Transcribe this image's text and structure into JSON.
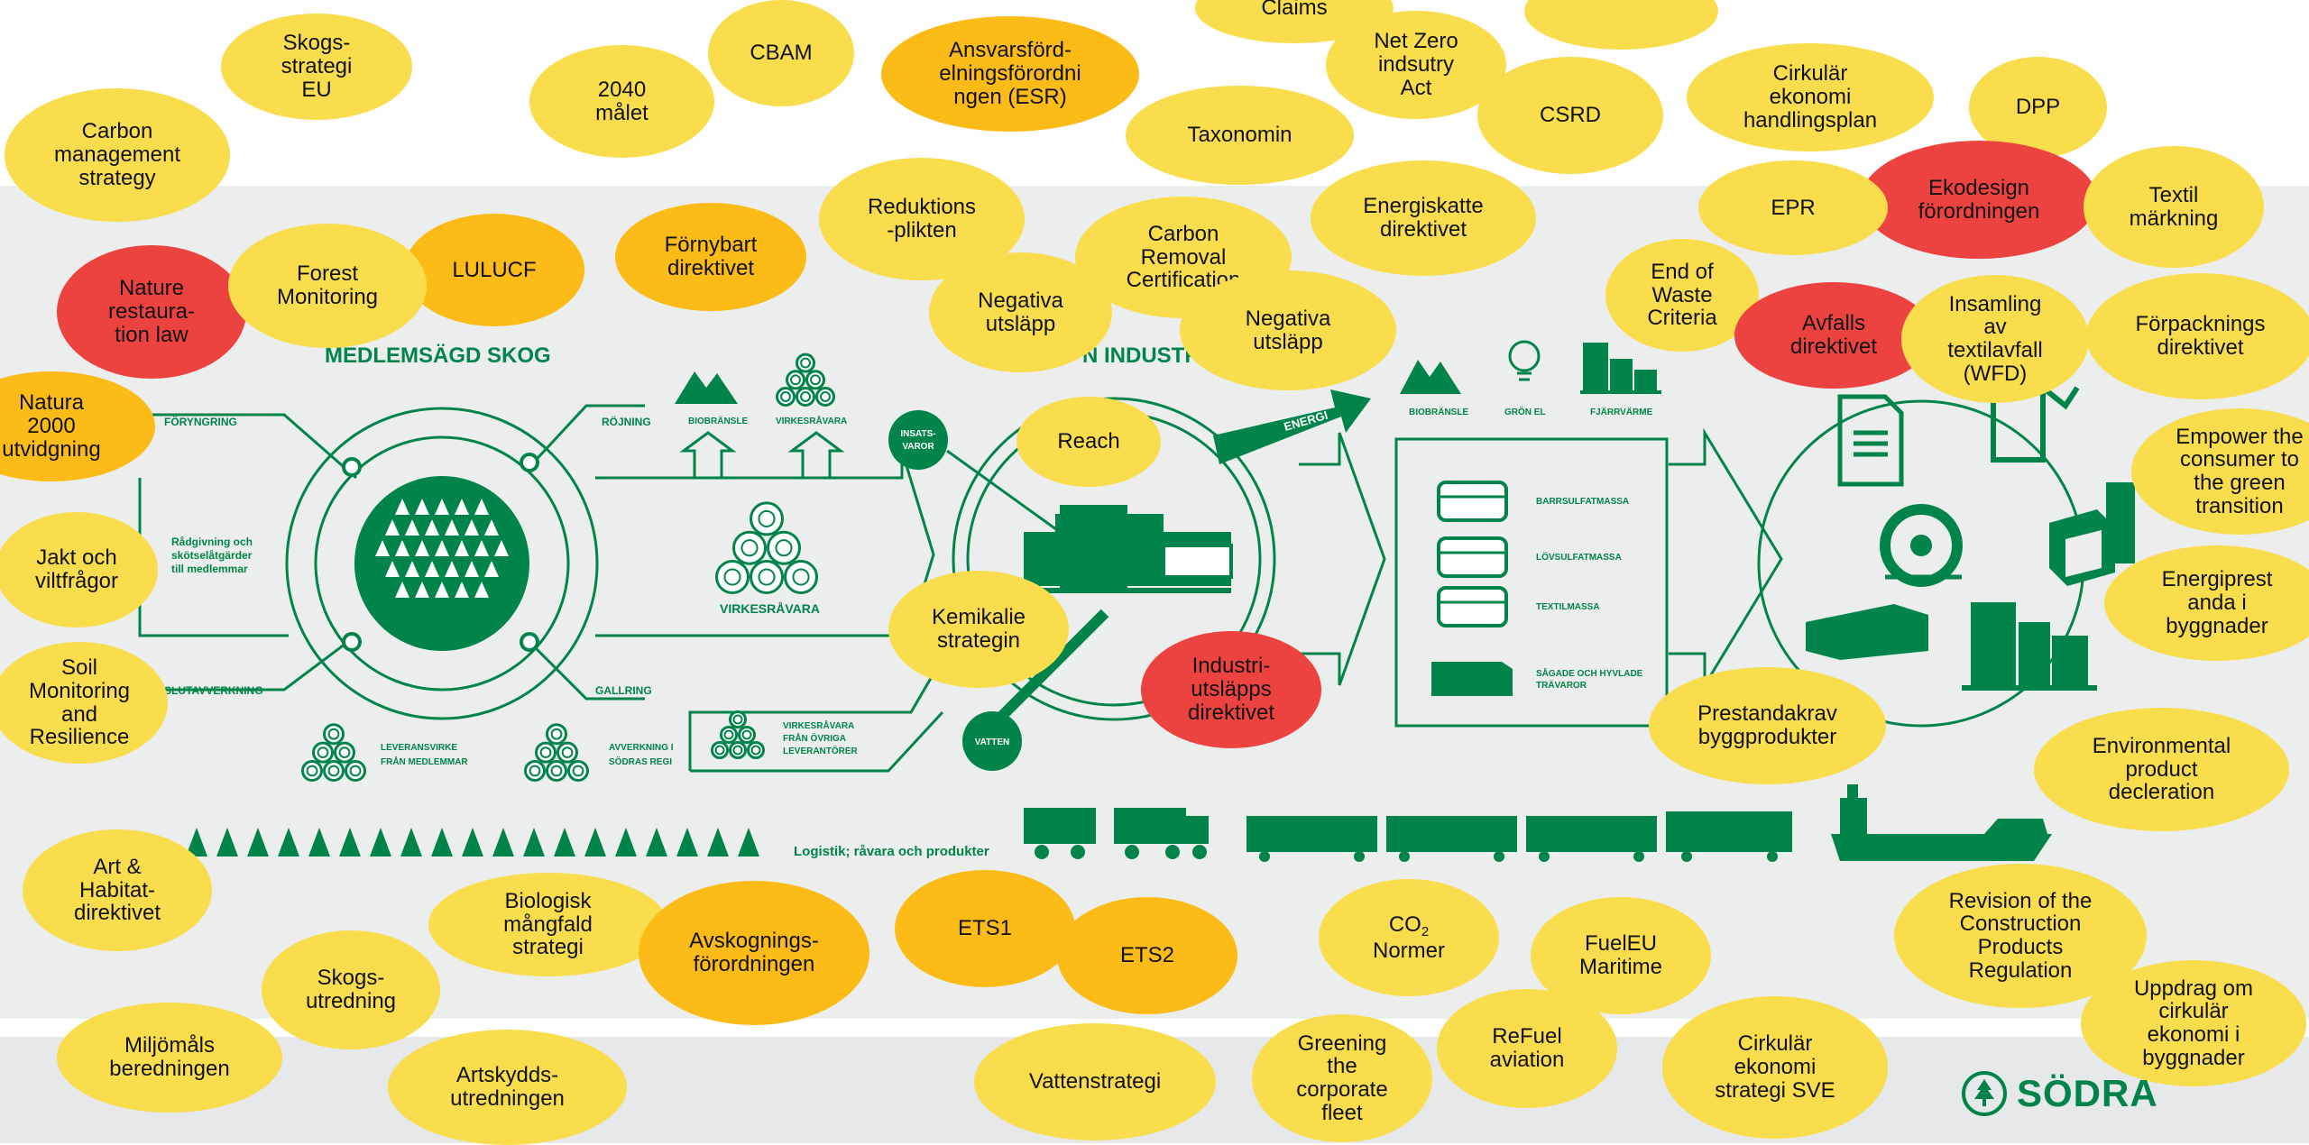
{
  "colors": {
    "green": "#00844a",
    "yellow": "#f9dd4c",
    "orange": "#fcbb16",
    "red": "#ed4340",
    "band": "#eceded"
  },
  "diagram": {
    "section_titles": {
      "forest": "MEDLEMSÄGD SKOG",
      "industry": "N INDUSTRI"
    },
    "forest_labels": {
      "foryngring": "FÖRYNGRING",
      "rojning": "RÖJNING",
      "slutavverkning": "SLUTAVVERKNING",
      "gallring": "GALLRING",
      "radgivning": [
        "Rådgivning och",
        "skötselåtgärder",
        "till medlemmar"
      ],
      "leveransvirke": [
        "LEVERANSVIRKE",
        "FRÅN MEDLEMMAR"
      ],
      "avverkning": [
        "AVVERKNING I",
        "SÖDRAS REGI"
      ]
    },
    "raw_labels": {
      "biobransle": "BIOBRÄNSLE",
      "virkesravara_small": "VIRKESRÅVARA",
      "virkesravara": "VIRKESRÅVARA",
      "ovriga": [
        "VIRKESRÅVARA",
        "FRÅN ÖVRIGA",
        "LEVERANTÖRER"
      ]
    },
    "industry_labels": {
      "insatsvaror": [
        "INSATS-",
        "VAROR"
      ],
      "vatten": "VATTEN",
      "energi": "ENERGI"
    },
    "energy_labels": {
      "biobransle": "BIOBRÄNSLE",
      "gront_el": "GRÖN EL",
      "fjarrvarme": "FJÄRRVÄRME"
    },
    "products": [
      "BARRSULFATMASSA",
      "LÖVSULFATMASSA",
      "TEXTILMASSA",
      [
        "SÅGADE OCH HYVLADE",
        "TRÄVAROR"
      ]
    ],
    "logistics": "Logistik; råvara och produkter",
    "logo": "SÖDRA"
  },
  "bubbles": [
    {
      "text": "Claims",
      "color": "yellow"
    },
    {
      "text": "",
      "color": "yellow"
    },
    {
      "text": "Skogs-\nstrategi\nEU",
      "color": "yellow"
    },
    {
      "text": "CBAM",
      "color": "yellow"
    },
    {
      "text": "Ansvarsförd-\nelningsförordni\nngen (ESR)",
      "color": "orange"
    },
    {
      "text": "Net Zero\nindsutry\nAct",
      "color": "yellow"
    },
    {
      "text": "Cirkulär\nekonomi\nhandlingsplan",
      "color": "yellow"
    },
    {
      "text": "DPP",
      "color": "yellow"
    },
    {
      "text": "2040\nmålet",
      "color": "yellow"
    },
    {
      "text": "Carbon\nmanagement\nstrategy",
      "color": "yellow"
    },
    {
      "text": "Taxonomin",
      "color": "yellow"
    },
    {
      "text": "CSRD",
      "color": "yellow"
    },
    {
      "text": "Ekodesign\nförordningen",
      "color": "red"
    },
    {
      "text": "EPR",
      "color": "yellow"
    },
    {
      "text": "Textil\nmärkning",
      "color": "yellow"
    },
    {
      "text": "Reduktions\n-plikten",
      "color": "yellow"
    },
    {
      "text": "Energiskatte\ndirektivet",
      "color": "yellow"
    },
    {
      "text": "Förnybart\ndirektivet",
      "color": "orange"
    },
    {
      "text": "LULUCF",
      "color": "orange"
    },
    {
      "text": "Nature\nrestaura-\ntion law",
      "color": "red"
    },
    {
      "text": "Forest\nMonitoring",
      "color": "yellow"
    },
    {
      "text": "Carbon\nRemoval\nCertification",
      "color": "yellow"
    },
    {
      "text": "Negativa\nutsläpp",
      "color": "yellow"
    },
    {
      "text": "Negativa\nutsläpp",
      "color": "yellow"
    },
    {
      "text": "End of\nWaste\nCriteria",
      "color": "yellow"
    },
    {
      "text": "Avfalls\ndirektivet",
      "color": "red"
    },
    {
      "text": "Insamling\nav\ntextilavfall\n(WFD)",
      "color": "yellow"
    },
    {
      "text": "Förpacknings\ndirektivet",
      "color": "yellow"
    },
    {
      "text": "Natura\n2000\nutvidgning",
      "color": "orange"
    },
    {
      "text": "Reach",
      "color": "yellow"
    },
    {
      "text": "Empower the\nconsumer to\nthe green\ntransition",
      "color": "yellow"
    },
    {
      "text": "Jakt och\nviltfrågor",
      "color": "yellow"
    },
    {
      "text": "Energiprest\nanda i\nbyggnader",
      "color": "yellow"
    },
    {
      "text": "Kemikalie\nstrategin",
      "color": "yellow"
    },
    {
      "text": "Industri-\nutsläpps\ndirektivet",
      "color": "red"
    },
    {
      "text": "Soil\nMonitoring\nand\nResilience",
      "color": "yellow"
    },
    {
      "text": "Prestandakrav\nbyggprodukter",
      "color": "yellow"
    },
    {
      "text": "Environmental\nproduct\ndecleration",
      "color": "yellow"
    },
    {
      "text": "Art &\nHabitat-\ndirektivet",
      "color": "yellow"
    },
    {
      "text": "Biologisk\nmångfald\nstrategi",
      "color": "yellow"
    },
    {
      "text": "Avskognings-\nförordningen",
      "color": "orange"
    },
    {
      "text": "ETS1",
      "color": "orange"
    },
    {
      "text": "ETS2",
      "color": "orange"
    },
    {
      "text": "CO",
      "sub": "2",
      "tail": "\nNormer",
      "color": "yellow"
    },
    {
      "text": "FuelEU\nMaritime",
      "color": "yellow"
    },
    {
      "text": "Revision of the\nConstruction\nProducts\nRegulation",
      "color": "yellow"
    },
    {
      "text": "Skogs-\nutredning",
      "color": "yellow"
    },
    {
      "text": "Miljömåls\nberedningen",
      "color": "yellow"
    },
    {
      "text": "Artskydds-\nutredningen",
      "color": "yellow"
    },
    {
      "text": "Vattenstrategi",
      "color": "yellow"
    },
    {
      "text": "Greening\nthe\ncorporate\nfleet",
      "color": "yellow"
    },
    {
      "text": "ReFuel\naviation",
      "color": "yellow"
    },
    {
      "text": "Cirkulär\nekonomi\nstrategi SVE",
      "color": "yellow"
    },
    {
      "text": "Uppdrag om\ncirkulär\nekonomi i\nbyggnader",
      "color": "yellow"
    }
  ]
}
